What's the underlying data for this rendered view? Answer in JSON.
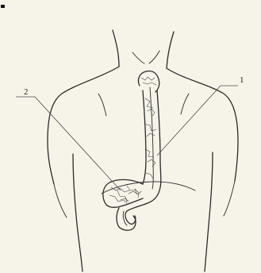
{
  "figure": {
    "callouts": [
      {
        "id": "callout-1",
        "label": "1"
      },
      {
        "id": "callout-2",
        "label": "2"
      }
    ],
    "colors": {
      "paper": "#f6f3e9",
      "ink": "#2a2a2a"
    }
  }
}
